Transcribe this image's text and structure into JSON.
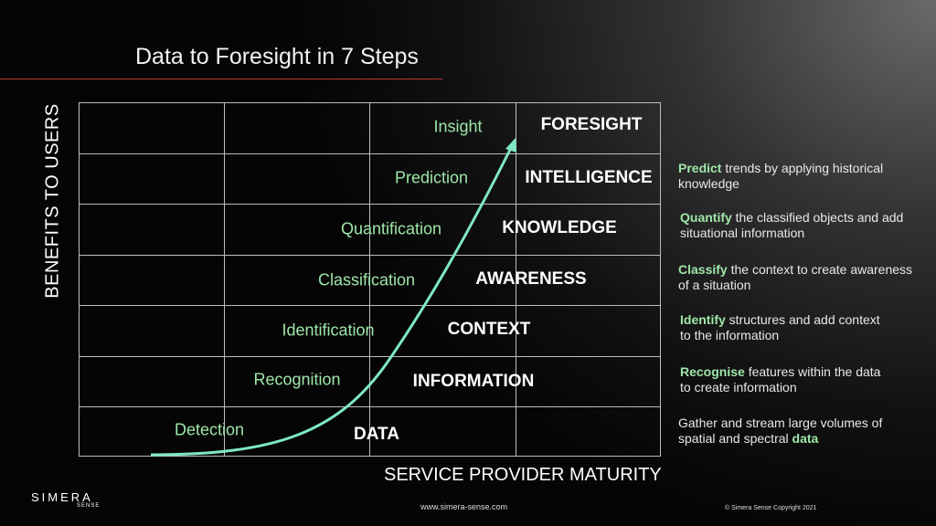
{
  "title": "Data to Foresight in 7 Steps",
  "y_axis_label": "BENEFITS TO USERS",
  "x_axis_label": "SERVICE PROVIDER MATURITY",
  "steps": [
    "Insight",
    "Prediction",
    "Quantification",
    "Classification",
    "Identification",
    "Recognition",
    "Detection"
  ],
  "stages": [
    "FORESIGHT",
    "INTELLIGENCE",
    "KNOWLEDGE",
    "AWARENESS",
    "CONTEXT",
    "INFORMATION",
    "DATA"
  ],
  "descriptions": [
    {
      "highlight": "Predict",
      "text": " trends by applying historical knowledge",
      "after": ""
    },
    {
      "highlight": "Quantify",
      "text": " the classified objects and add situational information",
      "after": ""
    },
    {
      "highlight": "Classify",
      "text": " the context to create awareness of a situation",
      "after": ""
    },
    {
      "highlight": "Identify",
      "text": " structures and add context to the information",
      "after": ""
    },
    {
      "highlight": "Recognise",
      "text": " features within the data to create information",
      "after": ""
    },
    {
      "highlight": "",
      "text": "Gather and stream large volumes of spatial and spectral ",
      "after": "data"
    }
  ],
  "footer": {
    "logo": "SIMERA",
    "logo_sub": "SENSE",
    "url": "www.simera-sense.com",
    "copyright": "© Simera Sense Copyright 2021"
  },
  "colors": {
    "accent": "#9ee6a8",
    "curve": "#7fe8c4",
    "title_rule": "#b33a2e"
  }
}
